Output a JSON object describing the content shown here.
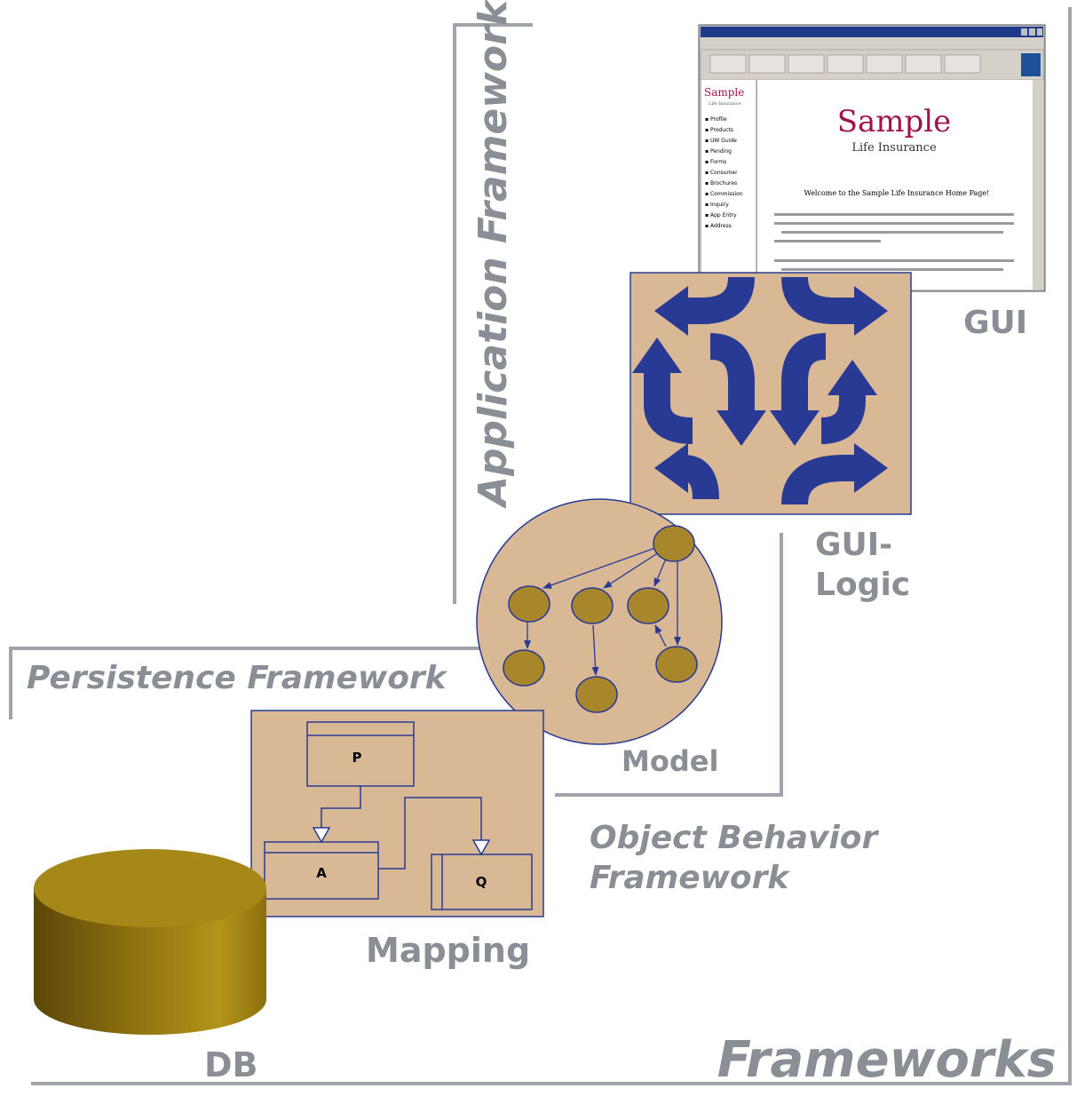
{
  "labels": {
    "title": "Frameworks",
    "application_framework": "Application Framework",
    "persistence_framework": "Persistence Framework",
    "object_behavior_line1": "Object Behavior",
    "object_behavior_line2": "Framework",
    "gui": "GUI",
    "gui_logic_line1": "GUI-",
    "gui_logic_line2": "Logic",
    "model": "Model",
    "mapping": "Mapping",
    "db": "DB"
  },
  "mapping_classes": {
    "p": "P",
    "a": "A",
    "q": "Q"
  },
  "browser": {
    "logo_small": "Sample",
    "logo_small_sub": "Life Insurance",
    "sidebar_items": [
      "Profile",
      "Products",
      "UW Guide",
      "Pending",
      "Forms",
      "Consumer",
      "Brochures",
      "Commission",
      "Inquiry",
      "App Entry",
      "Address"
    ],
    "logo_big": "Sample",
    "logo_big_sub": "Life Insurance",
    "welcome": "Welcome to the Sample Life Insurance Home Page!"
  },
  "colors": {
    "label_gray": "#8a8e95",
    "tan": "#d9b896",
    "arrow_blue": "#283a93",
    "node_olive": "#a8862b",
    "db_gold": "#a68818",
    "frame_line": "#a0a4aa"
  }
}
